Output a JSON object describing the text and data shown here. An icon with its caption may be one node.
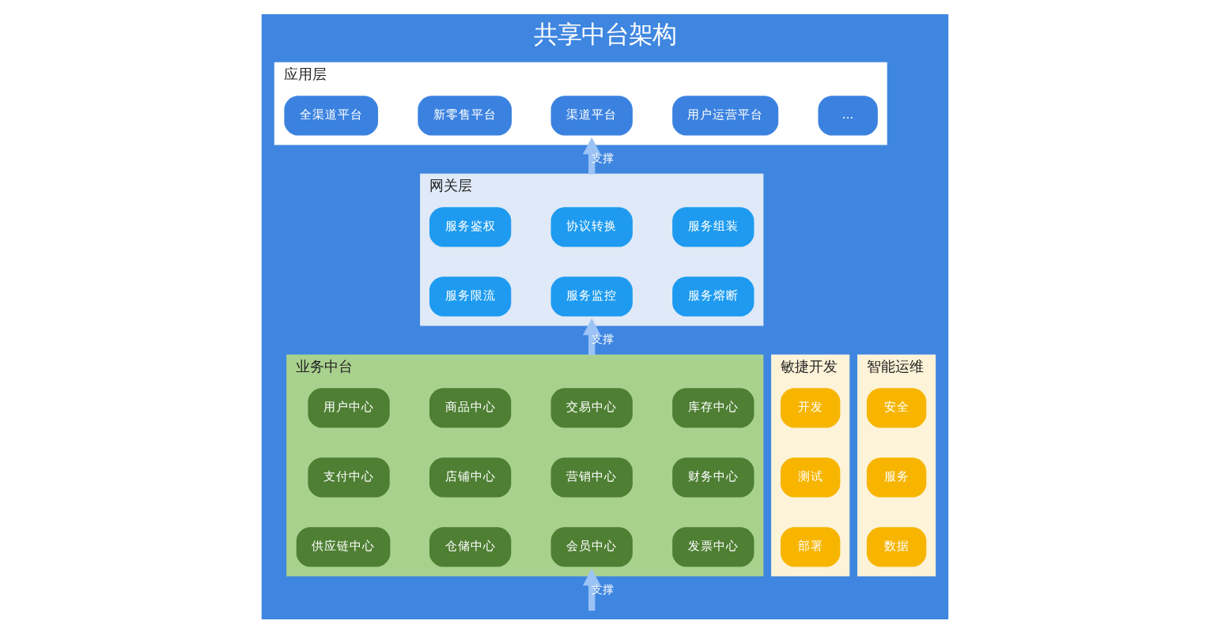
{
  "diagram": {
    "title": "共享中台架构",
    "nodes": [
      {
        "text": [
          "应用层"
        ]
      },
      {
        "text": [
          "全渠道平台"
        ],
        "in": 0
      },
      {
        "text": [
          "新零售平台"
        ],
        "in": 0
      },
      {
        "text": [
          "渠道平台"
        ],
        "in": 0
      },
      {
        "text": [
          "用户运营平台"
        ],
        "in": 0
      },
      {
        "text": [
          "..."
        ],
        "in": 0
      },
      {
        "text": [
          "网关层"
        ]
      },
      {
        "text": [
          "服务鉴权"
        ],
        "in": 6
      },
      {
        "text": [
          "协议转换"
        ],
        "in": 6
      },
      {
        "text": [
          "服务组装"
        ],
        "in": 6
      },
      {
        "text": [
          "服务限流"
        ],
        "in": 6
      },
      {
        "text": [
          "服务监控"
        ],
        "in": 6
      },
      {
        "text": [
          "服务熔断"
        ],
        "in": 6
      },
      {
        "text": [
          "业务中台"
        ]
      },
      {
        "text": [
          "用户中心"
        ],
        "in": 13
      },
      {
        "text": [
          "商品中心"
        ],
        "in": 13
      },
      {
        "text": [
          "交易中心"
        ],
        "in": 13
      },
      {
        "text": [
          "库存中心"
        ],
        "in": 13
      },
      {
        "text": [
          "支付中心"
        ],
        "in": 13
      },
      {
        "text": [
          "店铺中心"
        ],
        "in": 13
      },
      {
        "text": [
          "营销中心"
        ],
        "in": 13
      },
      {
        "text": [
          "财务中心"
        ],
        "in": 13
      },
      {
        "text": [
          "供应链中心"
        ],
        "in": 13
      },
      {
        "text": [
          "仓储中心"
        ],
        "in": 13
      },
      {
        "text": [
          "会员中心"
        ],
        "in": 13
      },
      {
        "text": [
          "发票中心"
        ],
        "in": 13
      },
      {
        "text": [
          "敏捷开发"
        ]
      },
      {
        "text": [
          "开发"
        ],
        "in": 26
      },
      {
        "text": [
          "测试"
        ],
        "in": 26
      },
      {
        "text": [
          "部署"
        ],
        "in": 26
      },
      {
        "text": [
          "智能运维"
        ]
      },
      {
        "text": [
          "安全"
        ],
        "in": 30
      },
      {
        "text": [
          "服务"
        ],
        "in": 30
      },
      {
        "text": [
          "数据"
        ],
        "in": 30
      }
    ],
    "edges": [
      {
        "from": 6,
        "to": 0,
        "arrow": "to",
        "label": "支撑"
      },
      {
        "from": 13,
        "to": 6,
        "arrow": "to",
        "label": "支撑"
      },
      {
        "from": null,
        "to": 13,
        "arrow": "to",
        "label": "支撑"
      }
    ]
  }
}
